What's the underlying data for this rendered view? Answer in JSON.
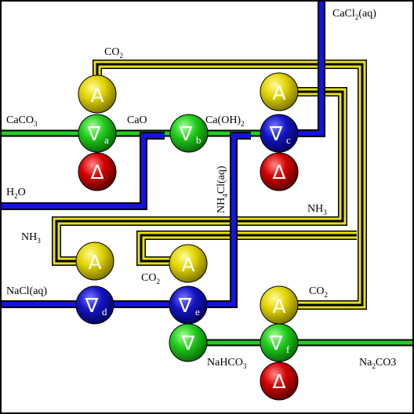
{
  "colors": {
    "background": "#ffffff",
    "frame": "#000000",
    "pipe_green": "#19c919",
    "pipe_blue": "#1010d8",
    "pipe_yellow": "#e6e01a",
    "node_yellow": "#d6c800",
    "node_green": "#18c418",
    "node_blue": "#1010b8",
    "node_red": "#d20000",
    "node_text": "#ffffff"
  },
  "symbols": {
    "heat": "Δ",
    "cool": "∇",
    "transfer": "A"
  },
  "labels": {
    "cacl2": {
      "main": "CaCl",
      "sub": "2",
      "tail": "(aq)"
    },
    "co2_top": {
      "main": "CO",
      "sub": "2",
      "tail": ""
    },
    "caco3": {
      "main": "CaCO",
      "sub": "3",
      "tail": ""
    },
    "cao": {
      "main": "CaO",
      "sub": "",
      "tail": ""
    },
    "caoh2": {
      "main": "Ca(OH)",
      "sub": "2",
      "tail": ""
    },
    "h2o": {
      "main": "H",
      "sub": "2",
      "tail": "O"
    },
    "nh4cl": {
      "main": "NH",
      "sub": "4",
      "tail": "Cl(aq)"
    },
    "nh3_right": {
      "main": "NH",
      "sub": "3",
      "tail": ""
    },
    "nh3_left": {
      "main": "NH",
      "sub": "3",
      "tail": ""
    },
    "co2_mid": {
      "main": "CO",
      "sub": "2",
      "tail": ""
    },
    "nacl": {
      "main": "NaCl(aq)",
      "sub": "",
      "tail": ""
    },
    "co2_right": {
      "main": "CO",
      "sub": "2",
      "tail": ""
    },
    "nahco3": {
      "main": "NaHCO",
      "sub": "3",
      "tail": ""
    },
    "na2co3": {
      "main": "Na",
      "sub": "2",
      "tail": "CO3"
    }
  },
  "nodes": [
    {
      "id": "a-top",
      "kind": "transfer",
      "color": "node_yellow",
      "sub": ""
    },
    {
      "id": "a",
      "kind": "cool",
      "color": "node_green",
      "sub": "a"
    },
    {
      "id": "a-bottom",
      "kind": "heat",
      "color": "node_red",
      "sub": ""
    },
    {
      "id": "b",
      "kind": "cool",
      "color": "node_green",
      "sub": "b"
    },
    {
      "id": "c-top",
      "kind": "transfer",
      "color": "node_yellow",
      "sub": ""
    },
    {
      "id": "c",
      "kind": "cool",
      "color": "node_blue",
      "sub": "c"
    },
    {
      "id": "c-bottom",
      "kind": "heat",
      "color": "node_red",
      "sub": ""
    },
    {
      "id": "d-top",
      "kind": "transfer",
      "color": "node_yellow",
      "sub": ""
    },
    {
      "id": "d",
      "kind": "cool",
      "color": "node_blue",
      "sub": "d"
    },
    {
      "id": "e-top",
      "kind": "transfer",
      "color": "node_yellow",
      "sub": ""
    },
    {
      "id": "e",
      "kind": "cool",
      "color": "node_blue",
      "sub": "e"
    },
    {
      "id": "e-bottom",
      "kind": "cool",
      "color": "node_green",
      "sub": ""
    },
    {
      "id": "f-top",
      "kind": "transfer",
      "color": "node_yellow",
      "sub": ""
    },
    {
      "id": "f",
      "kind": "cool",
      "color": "node_green",
      "sub": "f"
    },
    {
      "id": "f-bottom",
      "kind": "heat",
      "color": "node_red",
      "sub": ""
    }
  ]
}
